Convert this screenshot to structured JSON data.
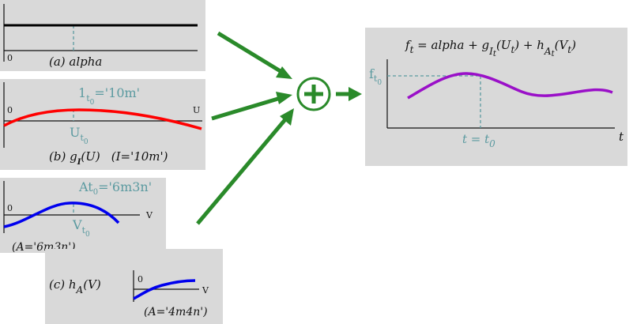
{
  "colors": {
    "panel": "#d9d9d9",
    "axis": "#111111",
    "dashed": "#5b9aa0",
    "arrow": "#2a8a2a",
    "alpha": "#000000",
    "g": "#ff0000",
    "hA": "#0000ee",
    "f": "#9a10c8"
  },
  "panel_a": {
    "zero": "0",
    "caption": "(a) alpha"
  },
  "panel_b": {
    "zero": "0",
    "axis_end": "U",
    "top_label": {
      "main": "1",
      "sub": "t",
      "subsub": "0",
      "rest": "='10m'"
    },
    "point_label": {
      "main": "U",
      "sub": "t",
      "subsub": "0"
    },
    "caption": {
      "prefix": "(b) g",
      "sub": "I",
      "arg": "(U)",
      "cond": "(I='10m')"
    }
  },
  "panel_c1": {
    "zero": "0",
    "axis_end": "V",
    "top_label": {
      "main": "At",
      "sub": "0",
      "rest": "='6m3n'"
    },
    "point_label": {
      "main": "V",
      "sub": "t",
      "subsub": "0"
    },
    "caption": "(A='6m3n')"
  },
  "panel_c2": {
    "zero": "0",
    "axis_end": "V",
    "caption_main": {
      "prefix": "(c) h",
      "sub": "A",
      "arg": "(V)"
    },
    "caption": "(A='4m4n')"
  },
  "plus_symbol": "+",
  "result": {
    "formula": {
      "f": "f",
      "f_sub": "t",
      "eq": " = alpha + g",
      "g_sub": "I",
      "g_subsub": "t",
      "g_arg": "(U",
      "g_arg_sub": "t",
      "g_close": ")",
      "plus": " + h",
      "h_sub": "A",
      "h_subsub": "t",
      "h_arg": "(V",
      "h_arg_sub": "t",
      "h_close": ")"
    },
    "y_label": {
      "main": "f",
      "sub": "t",
      "subsub": "0"
    },
    "x_marker": {
      "text": "t = t",
      "sub": "0"
    },
    "axis_end": "t"
  }
}
